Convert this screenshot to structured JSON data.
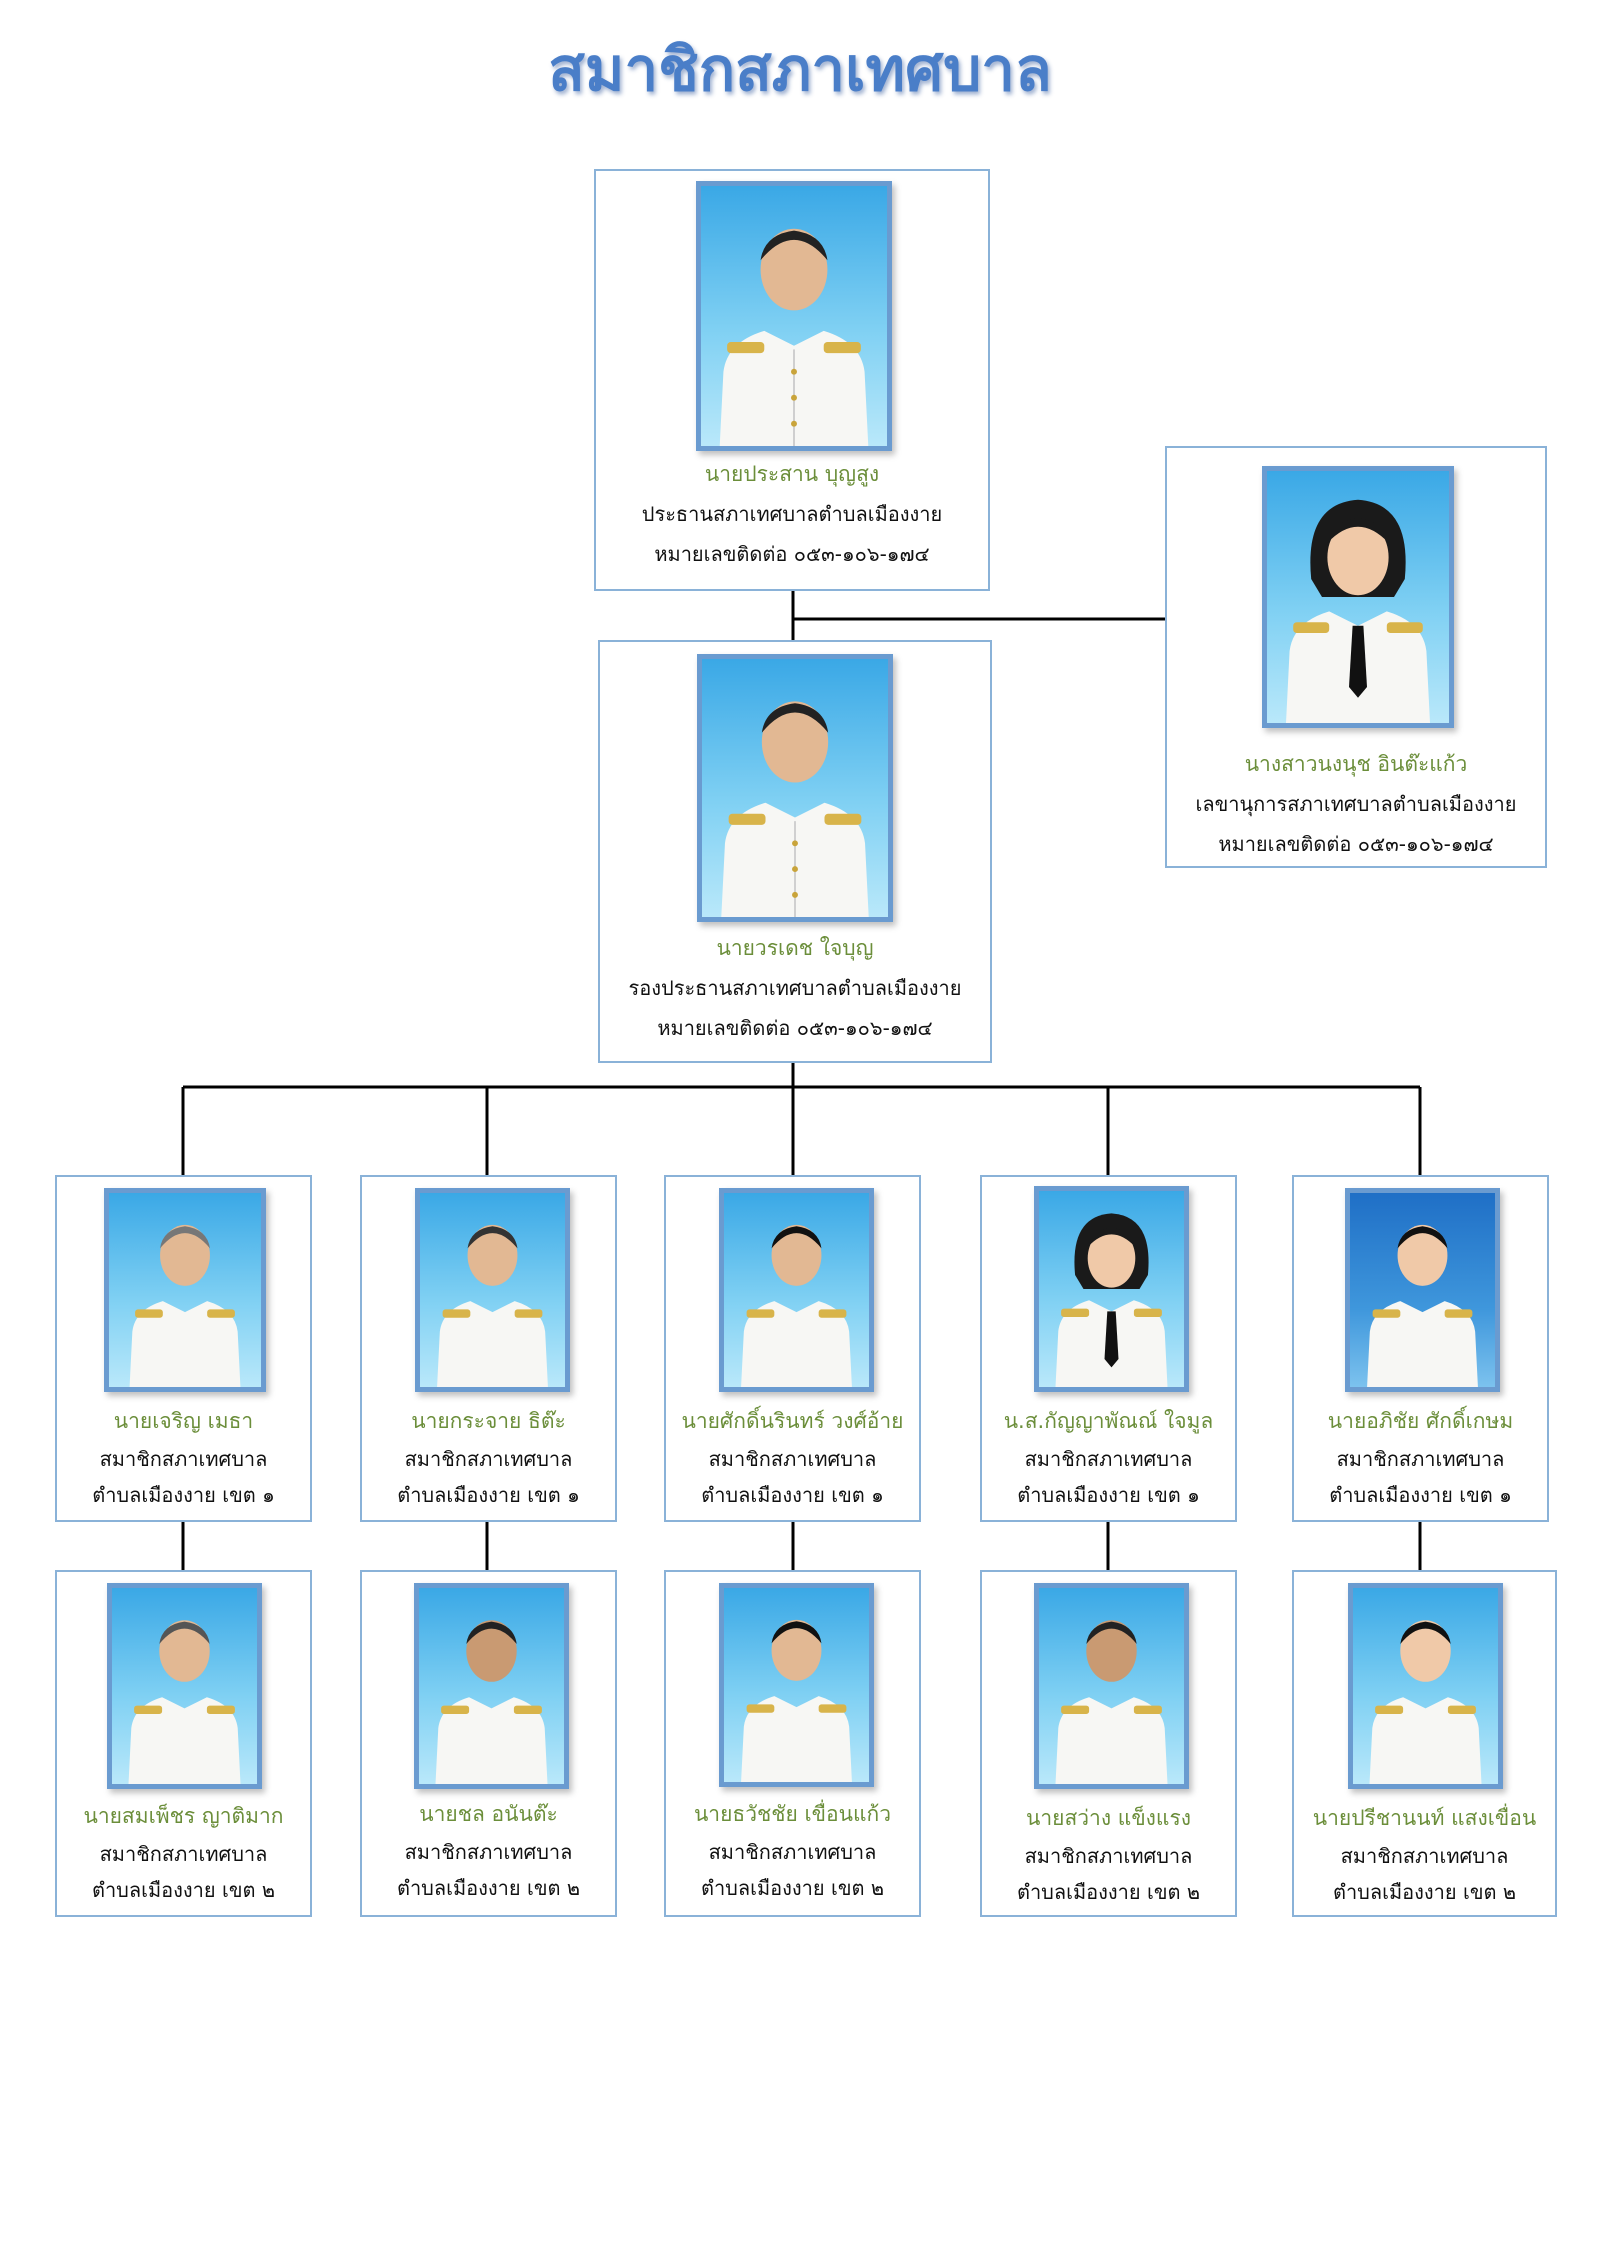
{
  "page_title": "สมาชิกสภาเทศบาล",
  "colors": {
    "title": "#4a7ec8",
    "name": "#6b8e3a",
    "border": "#8ab2d8",
    "photo_frame": "#6a9bd0",
    "line": "#000000"
  },
  "chairman": {
    "name": "นายประสาน บุญสูง",
    "role": "ประธานสภาเทศบาลตำบลเมืองงาย",
    "phone": "หมายเลขติดต่อ ๐๕๓-๑๐๖-๑๗๔"
  },
  "vice_chairman": {
    "name": "นายวรเดช ใจบุญ",
    "role": "รองประธานสภาเทศบาลตำบลเมืองงาย",
    "phone": "หมายเลขติดต่อ ๐๕๓-๑๐๖-๑๗๔"
  },
  "secretary": {
    "name": "นางสาวนงนุช อินต๊ะแก้ว",
    "role": "เลขานุการสภาเทศบาลตำบลเมืองงาย",
    "phone": "หมายเลขติดต่อ ๐๕๓-๑๐๖-๑๗๔"
  },
  "district1": [
    {
      "name": "นายเจริญ เมธา",
      "role": "สมาชิกสภาเทศบาล",
      "area": "ตำบลเมืองงาย เขต ๑"
    },
    {
      "name": "นายกระจาย ธิต๊ะ",
      "role": "สมาชิกสภาเทศบาล",
      "area": "ตำบลเมืองงาย เขต ๑"
    },
    {
      "name": "นายศักดิ์นรินทร์ วงศ์อ้าย",
      "role": "สมาชิกสภาเทศบาล",
      "area": "ตำบลเมืองงาย เขต ๑"
    },
    {
      "name": "น.ส.กัญญาพัณณ์ ใจมูล",
      "role": "สมาชิกสภาเทศบาล",
      "area": "ตำบลเมืองงาย เขต ๑"
    },
    {
      "name": "นายอภิชัย ศักดิ์เกษม",
      "role": "สมาชิกสภาเทศบาล",
      "area": "ตำบลเมืองงาย เขต ๑"
    }
  ],
  "district2": [
    {
      "name": "นายสมเพ็ชร ญาติมาก",
      "role": "สมาชิกสภาเทศบาล",
      "area": "ตำบลเมืองงาย เขต ๒"
    },
    {
      "name": "นายชล อนันต๊ะ",
      "role": "สมาชิกสภาเทศบาล",
      "area": "ตำบลเมืองงาย เขต ๒"
    },
    {
      "name": "นายธวัชชัย เขื่อนแก้ว",
      "role": "สมาชิกสภาเทศบาล",
      "area": "ตำบลเมืองงาย เขต ๒"
    },
    {
      "name": "นายสว่าง แข็งแรง",
      "role": "สมาชิกสภาเทศบาล",
      "area": "ตำบลเมืองงาย เขต ๒"
    },
    {
      "name": "นายปรีชานนท์ แสงเขื่อน",
      "role": "สมาชิกสภาเทศบาล",
      "area": "ตำบลเมืองงาย เขต ๒"
    }
  ]
}
